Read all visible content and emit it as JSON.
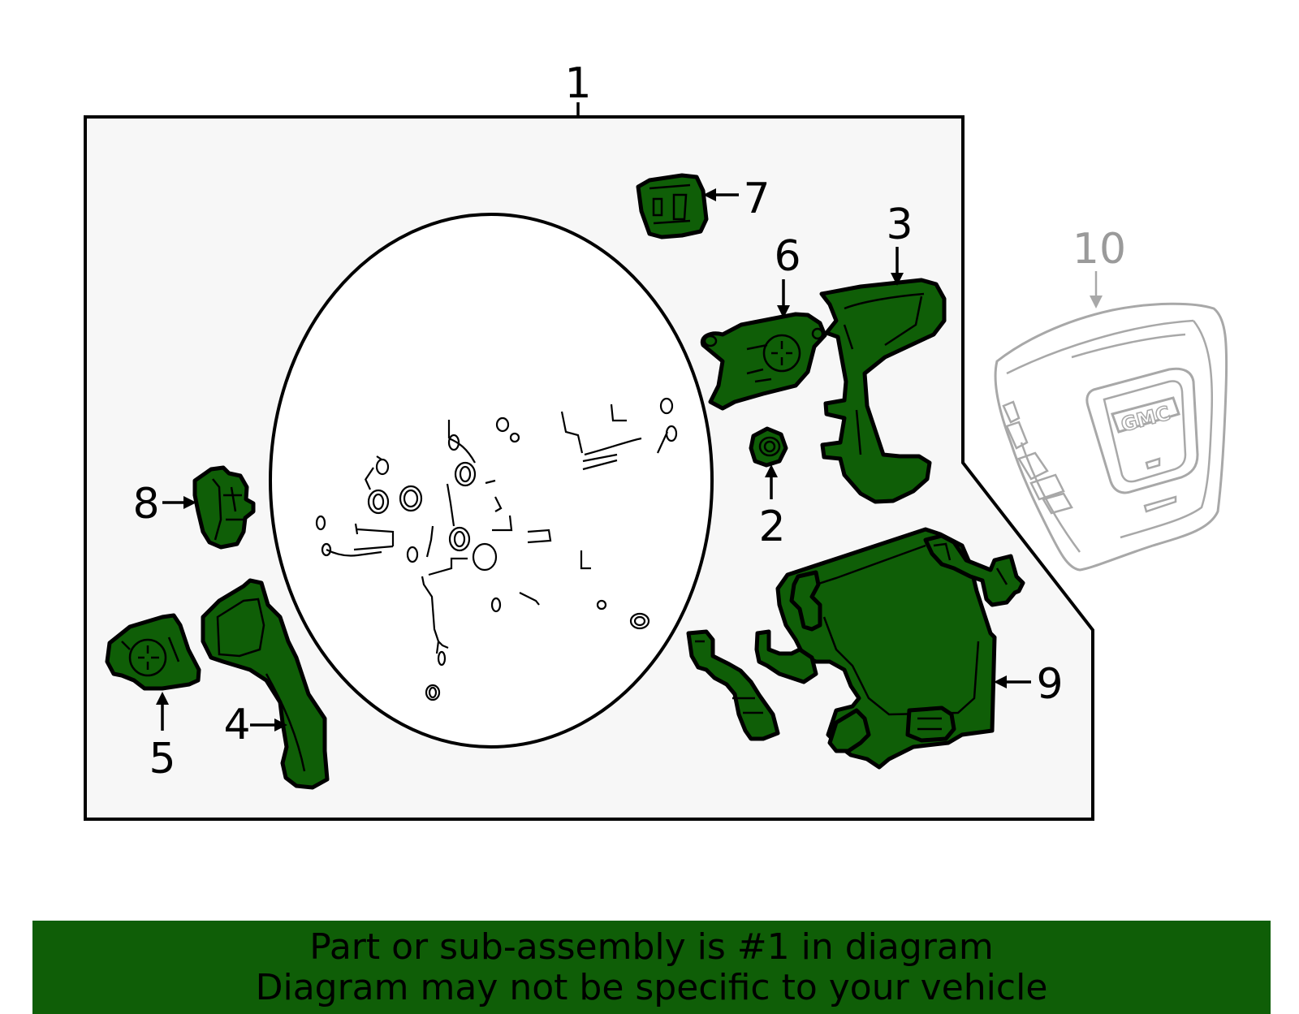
{
  "callouts": {
    "part_1": "1",
    "part_2": "2",
    "part_3": "3",
    "part_4": "4",
    "part_5": "5",
    "part_6": "6",
    "part_7": "7",
    "part_8": "8",
    "part_9": "9",
    "part_10": "10"
  },
  "airbag_logo": "GMC",
  "footer": {
    "line1": "Part or sub-assembly is #1 in diagram",
    "line2": "Diagram may not be specific to your vehicle"
  },
  "colors": {
    "part_fill": "#0f5e07",
    "banner": "#0f5e07",
    "ghost_part": "#a8a8a8",
    "panel": "#f7f7f7"
  }
}
